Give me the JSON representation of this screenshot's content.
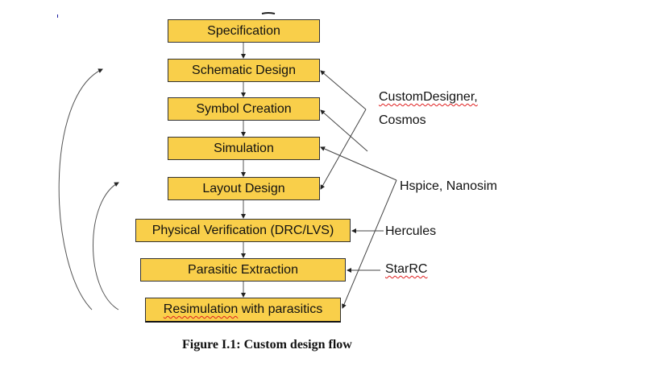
{
  "diagram": {
    "steps": [
      {
        "label": "Specification"
      },
      {
        "label": "Schematic Design"
      },
      {
        "label": "Symbol Creation"
      },
      {
        "label": "Simulation"
      },
      {
        "label": "Layout Design"
      },
      {
        "label": "Physical Verification (DRC/LVS)"
      },
      {
        "label": "Parasitic Extraction"
      },
      {
        "label": "Resimulation with parasitics",
        "underlined_word": "Resimulation",
        "rest": " with parasitics"
      }
    ],
    "tools": [
      {
        "line1": "CustomDesigner,",
        "line2": "Cosmos",
        "targets": [
          "Schematic Design",
          "Symbol Creation",
          "Layout Design"
        ]
      },
      {
        "line1": "Hspice, Nanosim",
        "targets": [
          "Simulation",
          "Resimulation with parasitics"
        ]
      },
      {
        "line1": "Hercules",
        "targets": [
          "Physical Verification (DRC/LVS)"
        ]
      },
      {
        "line1": "StarRC",
        "targets": [
          "Parasitic Extraction"
        ]
      }
    ],
    "feedback_loops": [
      {
        "from": "Resimulation with parasitics",
        "to": "Schematic Design"
      },
      {
        "from": "Resimulation with parasitics",
        "to": "Layout Design"
      }
    ],
    "colors": {
      "box_fill": "#f9cf4a",
      "border": "#333333",
      "arrow": "#333333"
    }
  },
  "caption": "Figure I.1: Custom design flow"
}
